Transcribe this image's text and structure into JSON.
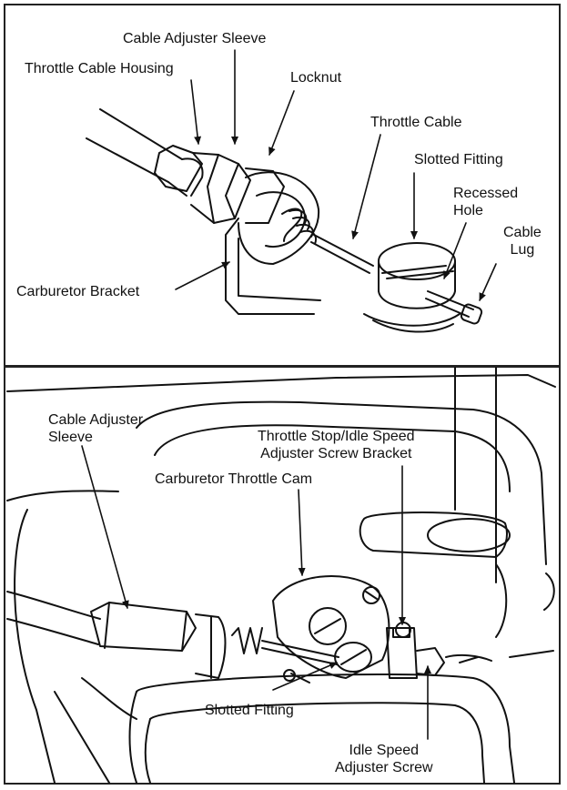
{
  "top_diagram": {
    "labels": {
      "cable_adjuster_sleeve": "Cable Adjuster Sleeve",
      "throttle_cable_housing": "Throttle Cable Housing",
      "locknut": "Locknut",
      "throttle_cable": "Throttle Cable",
      "slotted_fitting": "Slotted Fitting",
      "recessed_hole": "Recessed\nHole",
      "cable_lug": "Cable\nLug",
      "carburetor_bracket": "Carburetor Bracket"
    }
  },
  "bottom_diagram": {
    "labels": {
      "cable_adjuster_sleeve": "Cable Adjuster\nSleeve",
      "throttle_stop_bracket": "Throttle Stop/Idle Speed\nAdjuster Screw Bracket",
      "carburetor_throttle_cam": "Carburetor Throttle Cam",
      "slotted_fitting": "Slotted Fitting",
      "idle_speed_adjuster_screw": "Idle Speed\nAdjuster Screw"
    }
  }
}
